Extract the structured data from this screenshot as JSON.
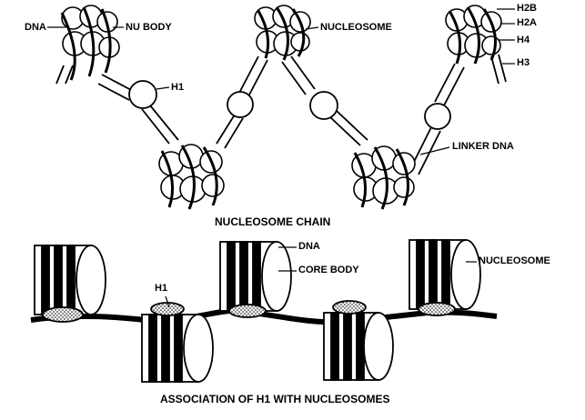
{
  "top_panel": {
    "caption": "NUCLEOSOME CHAIN",
    "labels": {
      "dna": "DNA",
      "nu_body": "NU BODY",
      "nucleosome": "NUCLEOSOME",
      "h1": "H1",
      "linker_dna": "LINKER DNA",
      "h2b": "H2B",
      "h2a": "H2A",
      "h4": "H4",
      "h3": "H3"
    }
  },
  "bottom_panel": {
    "caption": "ASSOCIATION OF H1 WITH NUCLEOSOMES",
    "labels": {
      "dna": "DNA",
      "core_body": "CORE BODY",
      "nucleosome": "NUCLEOSOME",
      "h1": "H1"
    }
  }
}
